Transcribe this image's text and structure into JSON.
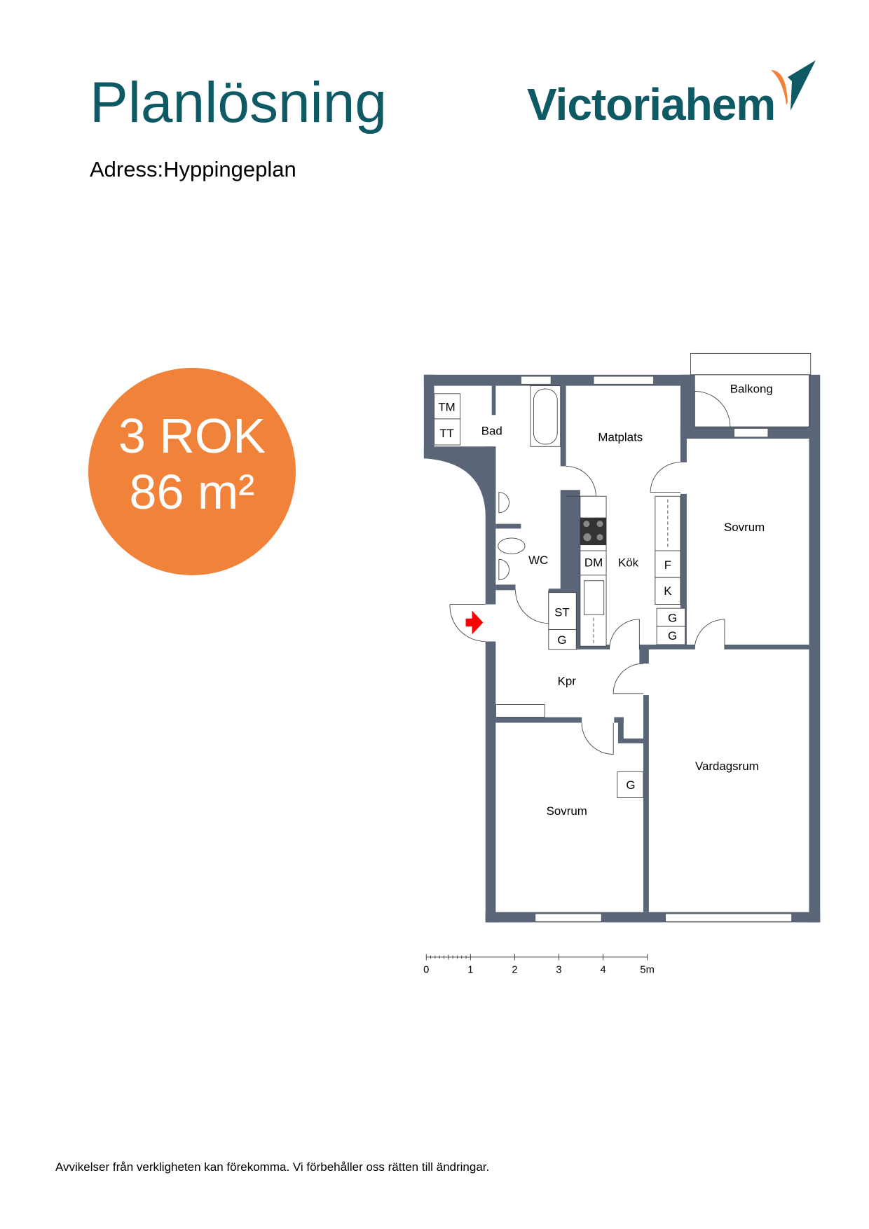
{
  "header": {
    "title": "Planlösning",
    "brand": "Victoriahem",
    "address_label": "Adress:",
    "address_value": "Hyppingeplan"
  },
  "badge": {
    "rooms": "3 ROK",
    "area": "86 m²",
    "color": "#F0823A"
  },
  "floorplan": {
    "rooms": {
      "bad": "Bad",
      "matplats": "Matplats",
      "balkong": "Balkong",
      "sovrum1": "Sovrum",
      "wc": "WC",
      "kok": "Kök",
      "kpr": "Kpr",
      "vardagsrum": "Vardagsrum",
      "sovrum2": "Sovrum"
    },
    "fixtures": {
      "tm": "TM",
      "tt": "TT",
      "dm": "DM",
      "f": "F",
      "k": "K",
      "st": "ST",
      "g1": "G",
      "g2": "G",
      "g3": "G",
      "g4": "G"
    },
    "wall_color": "#5A6677",
    "scale": {
      "labels": [
        "0",
        "1",
        "2",
        "3",
        "4",
        "5m"
      ]
    }
  },
  "footer": {
    "disclaimer": "Avvikelser från verkligheten kan förekomma. Vi förbehåller oss rätten till ändringar."
  }
}
